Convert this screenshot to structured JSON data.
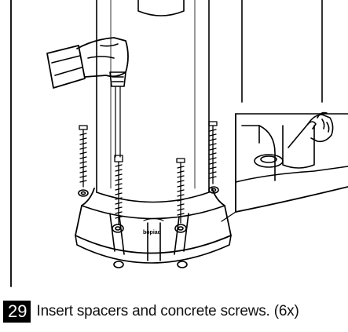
{
  "step": {
    "number": "29",
    "instruction": "Insert spacers and concrete screws. (6x)"
  },
  "illustration": {
    "brand_logo": "bopiad",
    "icons": [
      "cordless-drill-icon",
      "pointing-hand-icon",
      "concrete-screw-icon",
      "spacer-icon"
    ],
    "screw_count": 6
  },
  "colors": {
    "line": "#000000",
    "background": "#ffffff"
  }
}
